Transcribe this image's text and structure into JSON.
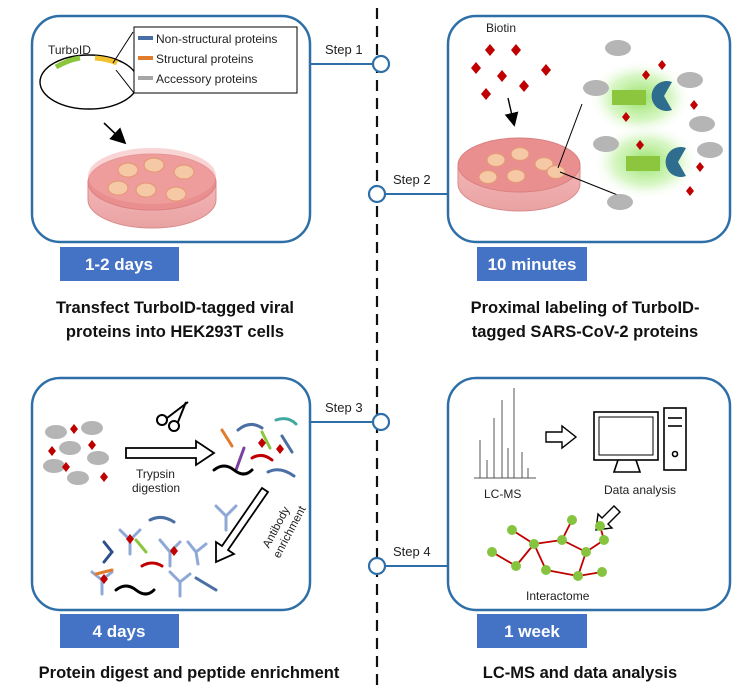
{
  "colors": {
    "frame": "#2f6fa8",
    "badge": "#4472c4",
    "dish": "#e98f8f",
    "cell": "#f6c9a6",
    "nonstructural": "#4a6fa5",
    "structural": "#e07b2c",
    "accessory": "#a6a6a6",
    "biotin": "#c00000",
    "grey_protein": "#b5b5b5",
    "turbo_green": "#8cc63f",
    "node_green": "#86c440",
    "edge_red": "#c00000"
  },
  "timeline": {
    "steps": [
      {
        "label": "Step 1"
      },
      {
        "label": "Step 2"
      },
      {
        "label": "Step 3"
      },
      {
        "label": "Step 4"
      }
    ]
  },
  "panel1": {
    "plasmid_label": "TurboID",
    "legend": [
      {
        "label": "Non-structural proteins",
        "color_key": "nonstructural"
      },
      {
        "label": "Structural proteins",
        "color_key": "structural"
      },
      {
        "label": "Accessory proteins",
        "color_key": "accessory"
      }
    ],
    "duration": "1-2 days",
    "caption_lines": [
      "Transfect TurboID-tagged viral",
      "proteins into HEK293T cells"
    ]
  },
  "panel2": {
    "biotin_label": "Biotin",
    "duration": "10 minutes",
    "caption_lines": [
      "Proximal labeling of TurboID-",
      "tagged SARS-CoV-2 proteins"
    ]
  },
  "panel3": {
    "trypsin_lines": [
      "Trypsin",
      "digestion"
    ],
    "antibody_lines": [
      "Antibody",
      "enrichment"
    ],
    "duration": "4 days",
    "caption_lines": [
      "Protein digest and peptide enrichment"
    ]
  },
  "panel4": {
    "lcms_label": "LC-MS",
    "data_analysis_label": "Data analysis",
    "interactome_label": "Interactome",
    "duration": "1 week",
    "caption_lines": [
      "LC-MS and data analysis"
    ]
  }
}
